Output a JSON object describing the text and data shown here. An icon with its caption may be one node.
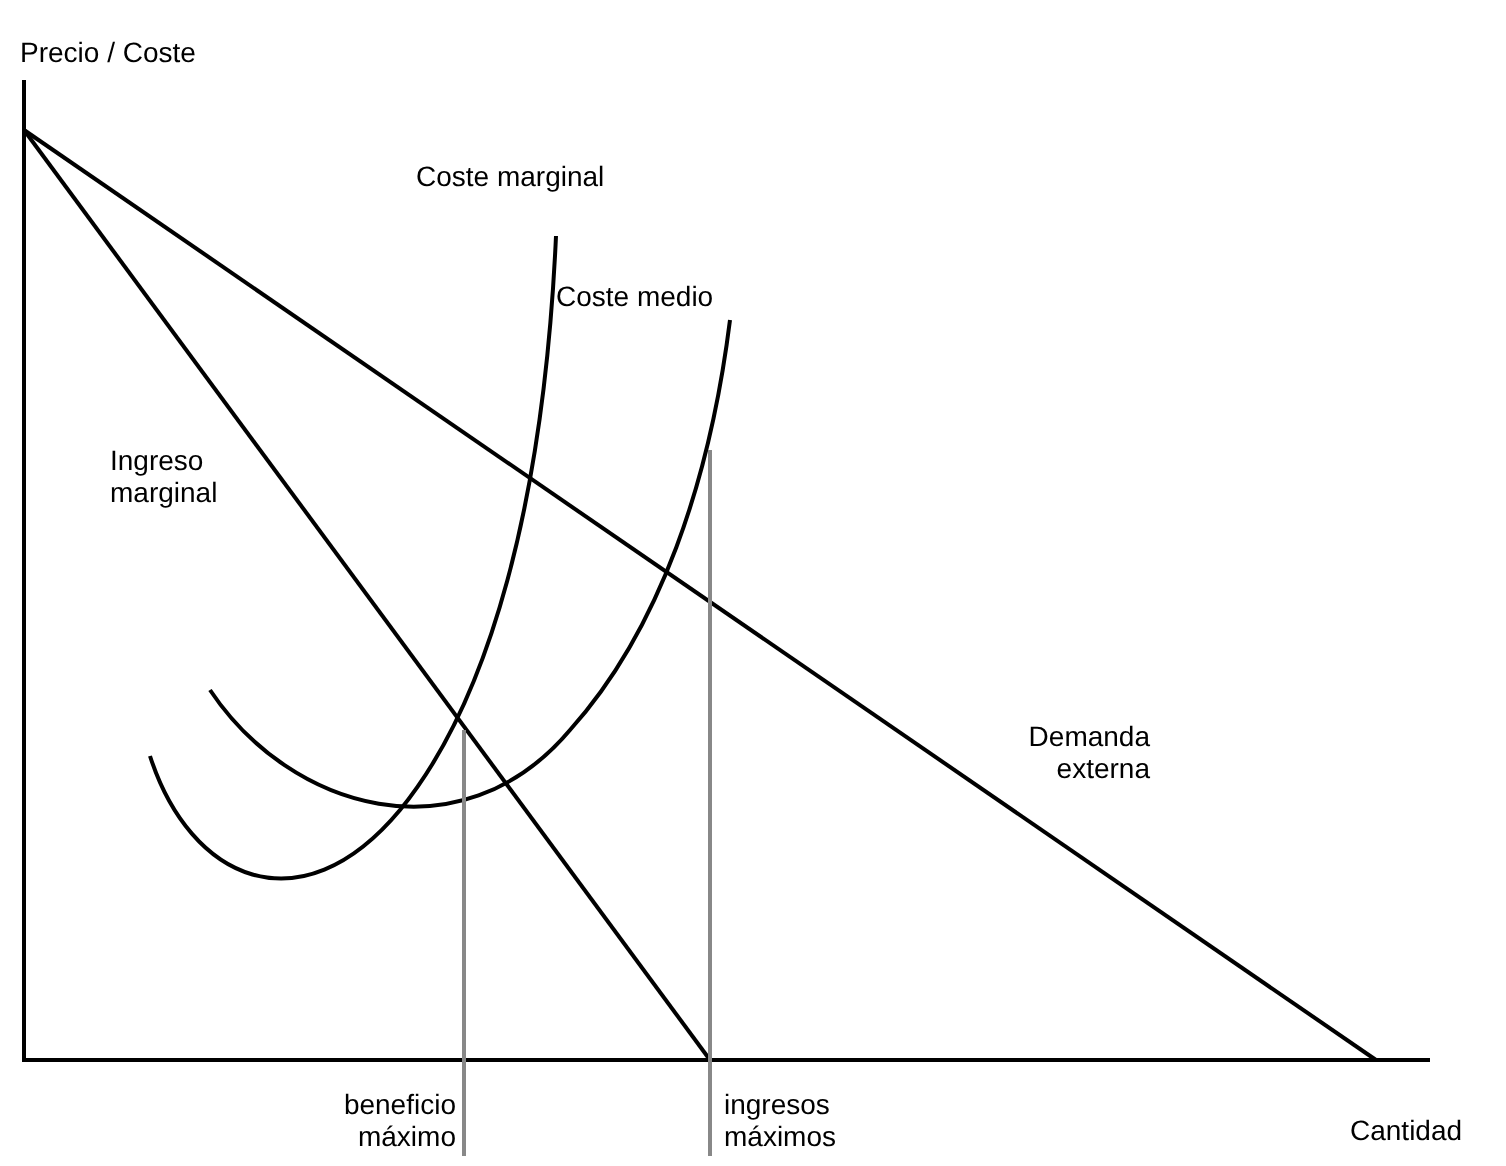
{
  "diagram": {
    "labels": [
      "Precio / Coste",
      "Coste marginal",
      "Coste medio",
      "Ingreso marginal",
      "Demanda externa",
      "beneficio máximo",
      "ingresos máximos",
      "Cantidad"
    ]
  }
}
